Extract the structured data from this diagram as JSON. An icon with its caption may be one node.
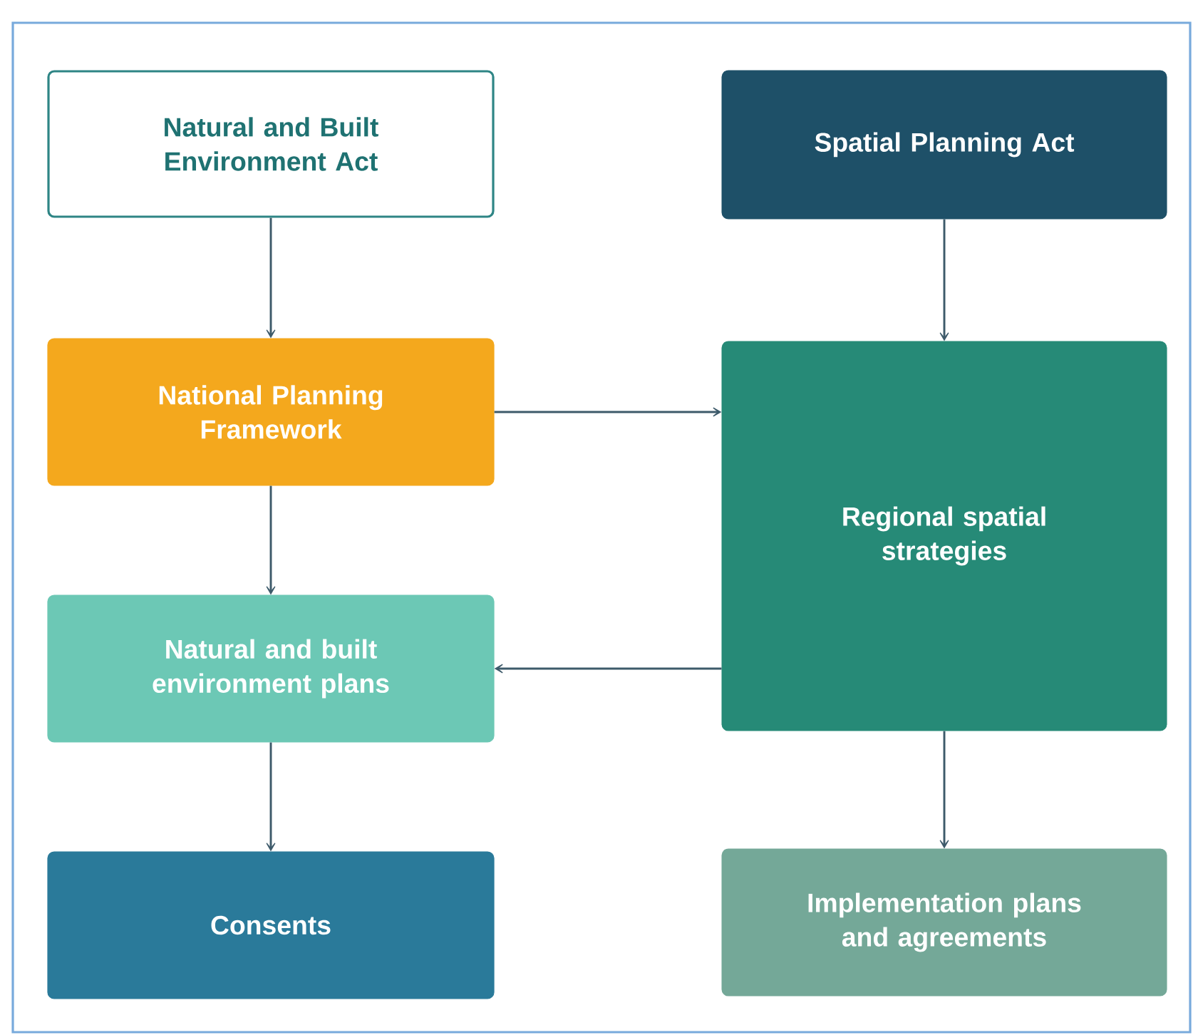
{
  "diagram": {
    "nodes": [
      {
        "text": [
          "Natural and Built Environment Act"
        ]
      },
      {
        "text": [
          "Spatial Planning Act"
        ]
      },
      {
        "text": [
          "National Planning Framework"
        ]
      },
      {
        "text": [
          "Regional spatial strategies"
        ]
      },
      {
        "text": [
          "Natural and built environment plans"
        ]
      },
      {
        "text": [
          "Implementation plans and agreements"
        ]
      },
      {
        "text": [
          "Consents"
        ]
      }
    ],
    "edges": [
      {
        "from": 0,
        "to": 2,
        "arrow": "to"
      },
      {
        "from": 1,
        "to": 3,
        "arrow": "to"
      },
      {
        "from": 2,
        "to": 3,
        "arrow": "to"
      },
      {
        "from": 3,
        "to": 4,
        "arrow": "to"
      },
      {
        "from": 2,
        "to": 4,
        "arrow": "to"
      },
      {
        "from": 4,
        "to": 6,
        "arrow": "to"
      },
      {
        "from": 3,
        "to": 5,
        "arrow": "to"
      }
    ]
  }
}
